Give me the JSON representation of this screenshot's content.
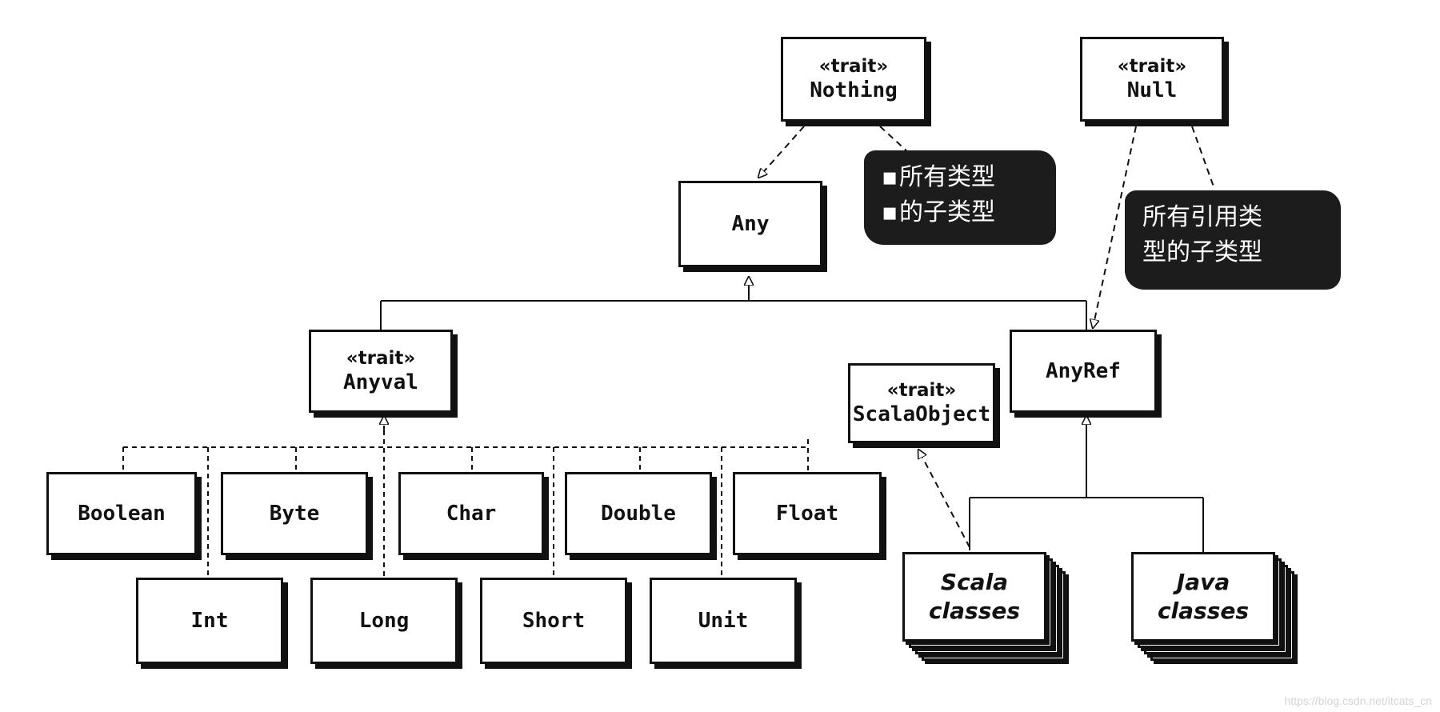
{
  "nodes": {
    "nothing": {
      "stereotype": "«trait»",
      "name": "Nothing"
    },
    "null": {
      "stereotype": "«trait»",
      "name": "Null"
    },
    "any": {
      "name": "Any"
    },
    "anyval": {
      "stereotype": "«trait»",
      "name": "Anyval"
    },
    "anyref": {
      "name": "AnyRef"
    },
    "scalaobject": {
      "stereotype": "«trait»",
      "name": "ScalaObject"
    },
    "boolean": {
      "name": "Boolean"
    },
    "byte": {
      "name": "Byte"
    },
    "char": {
      "name": "Char"
    },
    "double": {
      "name": "Double"
    },
    "float": {
      "name": "Float"
    },
    "int": {
      "name": "Int"
    },
    "long": {
      "name": "Long"
    },
    "short": {
      "name": "Short"
    },
    "unit": {
      "name": "Unit"
    },
    "scala_classes": {
      "line1": "Scala",
      "line2": "classes"
    },
    "java_classes": {
      "line1": "Java",
      "line2": "classes"
    }
  },
  "notes": {
    "nothing_note": {
      "line1": "所有类型",
      "line2": "的子类型"
    },
    "null_note": {
      "line1": "所有引用类",
      "line2": "型的子类型"
    }
  },
  "watermark": "https://blog.csdn.net/itcats_cn"
}
